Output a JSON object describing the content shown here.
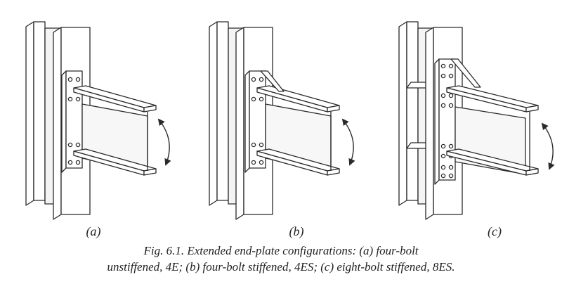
{
  "figure": {
    "subfigure_labels": [
      "(a)",
      "(b)",
      "(c)"
    ],
    "caption_line1": "Fig. 6.1.  Extended end-plate configurations: (a) four-bolt",
    "caption_line2": "unstiffened, 4E; (b) four-bolt stiffened, 4ES; (c) eight-bolt stiffened, 8ES."
  }
}
